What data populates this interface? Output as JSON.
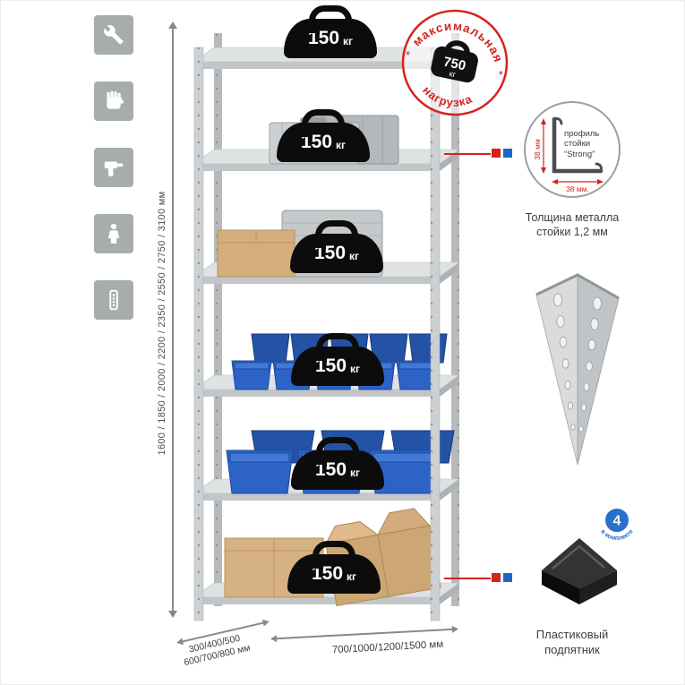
{
  "page": {
    "bg": "#ffffff"
  },
  "left_icons": {
    "items": [
      {
        "name": "wrench"
      },
      {
        "name": "work-glove"
      },
      {
        "name": "drill"
      },
      {
        "name": "person"
      },
      {
        "name": "perforated-profile"
      }
    ]
  },
  "dimensions": {
    "height_label": "1600 / 1850 / 2000 / 2200 / 2350 / 2550 / 2750 / 3100 мм",
    "depth_line1": "300/400/500",
    "depth_line2": "600/700/800 мм",
    "width_label": "700/1000/1200/1500 мм"
  },
  "shelves": [
    {
      "value": "150",
      "unit": "кг"
    },
    {
      "value": "150",
      "unit": "кг"
    },
    {
      "value": "150",
      "unit": "кг"
    },
    {
      "value": "150",
      "unit": "кг"
    },
    {
      "value": "150",
      "unit": "кг"
    },
    {
      "value": "150",
      "unit": "кг"
    }
  ],
  "stamp": {
    "arc_top": "максимальная",
    "arc_bottom": "нагрузка",
    "value": "750",
    "unit": "кг",
    "star": "*"
  },
  "profile_callout": {
    "line1": "профиль",
    "line2": "стойки",
    "line3": "“Strong”",
    "dim_vertical": "38 мм",
    "dim_horizontal": "38 мм.",
    "caption_line1": "Толщина металла",
    "caption_line2": "стойки 1,2 мм"
  },
  "foot_callout": {
    "badge_value": "4",
    "badge_ring_text": "в комплекте",
    "caption_line1": "Пластиковый",
    "caption_line2": "подпятник"
  },
  "colors": {
    "accent_red": "#d6231f",
    "accent_blue": "#1b66c9",
    "tile_gray": "#a7acad",
    "bin_blue": "#2d63c7",
    "cardboard": "#d6b183"
  }
}
